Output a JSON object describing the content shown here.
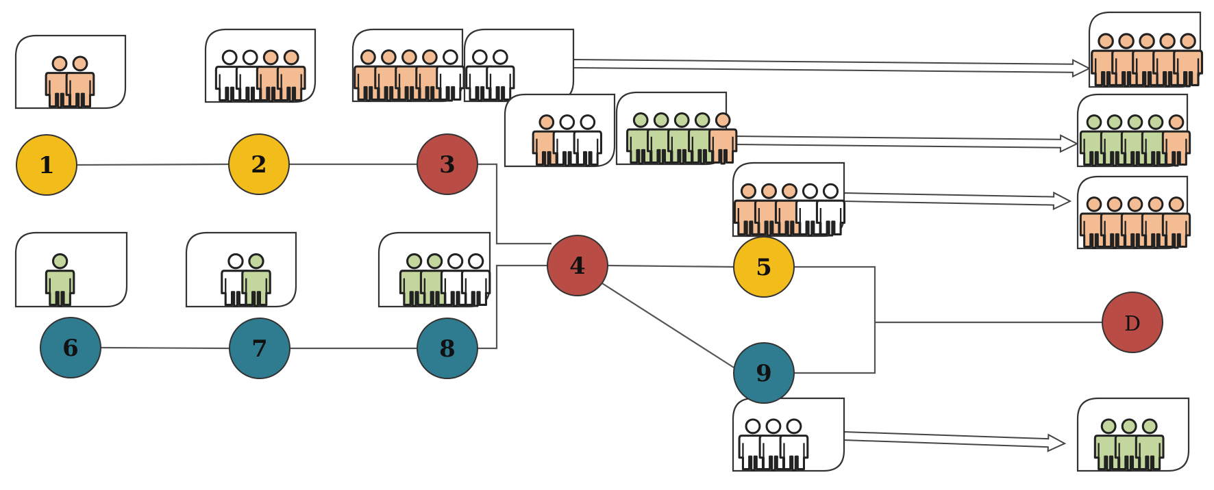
{
  "colors": {
    "yellow": "#F2BC1B",
    "red": "#B94C44",
    "teal": "#2F7C91",
    "person_orange": "#F3BC93",
    "person_green": "#C3D69E",
    "person_white": "#FFFFFF",
    "line": "#555555",
    "outline": "#333333"
  },
  "nodes": [
    {
      "id": "n1",
      "label": "1",
      "color": "yellow"
    },
    {
      "id": "n2",
      "label": "2",
      "color": "yellow"
    },
    {
      "id": "n3",
      "label": "3",
      "color": "red"
    },
    {
      "id": "n4",
      "label": "4",
      "color": "red"
    },
    {
      "id": "n5",
      "label": "5",
      "color": "yellow"
    },
    {
      "id": "n6",
      "label": "6",
      "color": "teal"
    },
    {
      "id": "n7",
      "label": "7",
      "color": "teal"
    },
    {
      "id": "n8",
      "label": "8",
      "color": "teal"
    },
    {
      "id": "n9",
      "label": "9",
      "color": "teal"
    },
    {
      "id": "nD",
      "label": "D",
      "color": "red"
    }
  ],
  "edges": [
    {
      "from": "n1",
      "to": "n2"
    },
    {
      "from": "n2",
      "to": "n3"
    },
    {
      "from": "n3",
      "to": "n4"
    },
    {
      "from": "n6",
      "to": "n7"
    },
    {
      "from": "n7",
      "to": "n8"
    },
    {
      "from": "n8",
      "to": "n4"
    },
    {
      "from": "n4",
      "to": "n5"
    },
    {
      "from": "n4",
      "to": "n9"
    },
    {
      "from": "n5",
      "to": "nD"
    },
    {
      "from": "n9",
      "to": "nD"
    }
  ],
  "groups": [
    {
      "id": "g1",
      "attached_to": "n1",
      "people": [
        "orange",
        "orange"
      ]
    },
    {
      "id": "g2",
      "attached_to": "n2",
      "people": [
        "white",
        "white",
        "orange",
        "orange"
      ]
    },
    {
      "id": "g3a",
      "attached_to": "n3",
      "people": [
        "orange",
        "orange",
        "orange",
        "orange",
        "white"
      ]
    },
    {
      "id": "g3b",
      "attached_to": "n3",
      "people": [
        "white",
        "white"
      ]
    },
    {
      "id": "g4a",
      "attached_to": "n4",
      "people": [
        "orange",
        "white",
        "white"
      ]
    },
    {
      "id": "g4b",
      "attached_to": "n4",
      "people": [
        "green",
        "green",
        "green",
        "green",
        "orange"
      ]
    },
    {
      "id": "g5",
      "attached_to": "n5",
      "people": [
        "orange",
        "orange",
        "orange",
        "white",
        "white"
      ]
    },
    {
      "id": "g6",
      "attached_to": "n6",
      "people": [
        "green"
      ]
    },
    {
      "id": "g7",
      "attached_to": "n7",
      "people": [
        "white",
        "green"
      ]
    },
    {
      "id": "g8",
      "attached_to": "n8",
      "people": [
        "green",
        "green",
        "white",
        "white"
      ]
    },
    {
      "id": "g9",
      "attached_to": "n9",
      "people": [
        "white",
        "white",
        "white"
      ]
    },
    {
      "id": "rA",
      "attached_to": "result",
      "people": [
        "orange",
        "orange",
        "orange",
        "orange",
        "orange"
      ]
    },
    {
      "id": "rB",
      "attached_to": "result",
      "people": [
        "green",
        "green",
        "green",
        "green",
        "orange"
      ]
    },
    {
      "id": "rC",
      "attached_to": "result",
      "people": [
        "orange",
        "orange",
        "orange",
        "orange",
        "orange"
      ]
    },
    {
      "id": "rD",
      "attached_to": "result",
      "people": [
        "green",
        "green",
        "green"
      ]
    }
  ],
  "arrows": [
    {
      "from": "g3b",
      "to": "rA"
    },
    {
      "from": "g4b",
      "to": "rB"
    },
    {
      "from": "g5",
      "to": "rC"
    },
    {
      "from": "g9",
      "to": "rD"
    }
  ]
}
